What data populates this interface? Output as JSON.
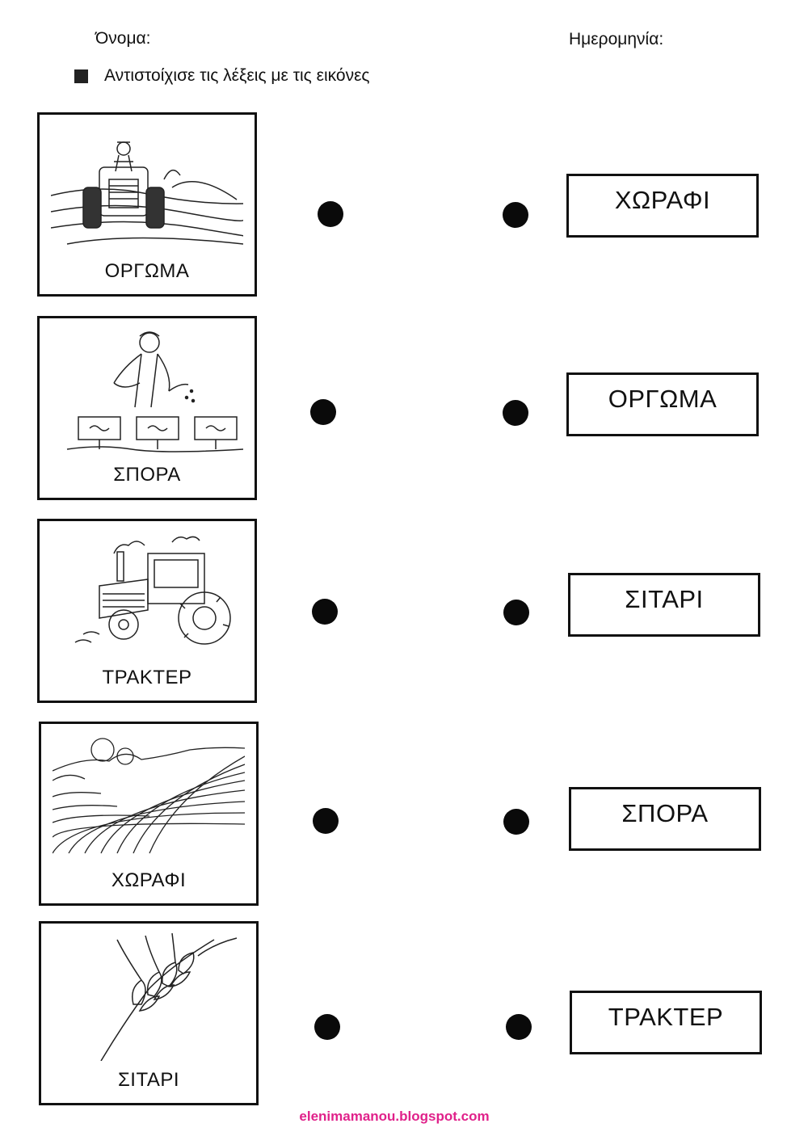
{
  "header": {
    "name_label": "Όνομα:",
    "date_label": "Ημερομηνία:"
  },
  "instruction": "Αντιστοίχισε τις λέξεις με τις εικόνες",
  "cards": [
    {
      "caption": "ΟΡΓΩΜΑ",
      "picture": "plowing-tractor-illustration"
    },
    {
      "caption": "ΣΠΟΡΑ",
      "picture": "farmer-sowing-illustration"
    },
    {
      "caption": "ΤΡΑΚΤΕΡ",
      "picture": "tractor-illustration"
    },
    {
      "caption": "ΧΩΡΑΦΙ",
      "picture": "plowed-field-illustration"
    },
    {
      "caption": "ΣΙΤΑΡΙ",
      "picture": "wheat-ear-illustration"
    }
  ],
  "words": [
    "ΧΩΡΑΦΙ",
    "ΟΡΓΩΜΑ",
    "ΣΙΤΑΡΙ",
    "ΣΠΟΡΑ",
    "ΤΡΑΚΤΕΡ"
  ],
  "footer": "elenimamanou.blogspot.com",
  "colors": {
    "ink": "#111111",
    "footer": "#e0218a"
  }
}
